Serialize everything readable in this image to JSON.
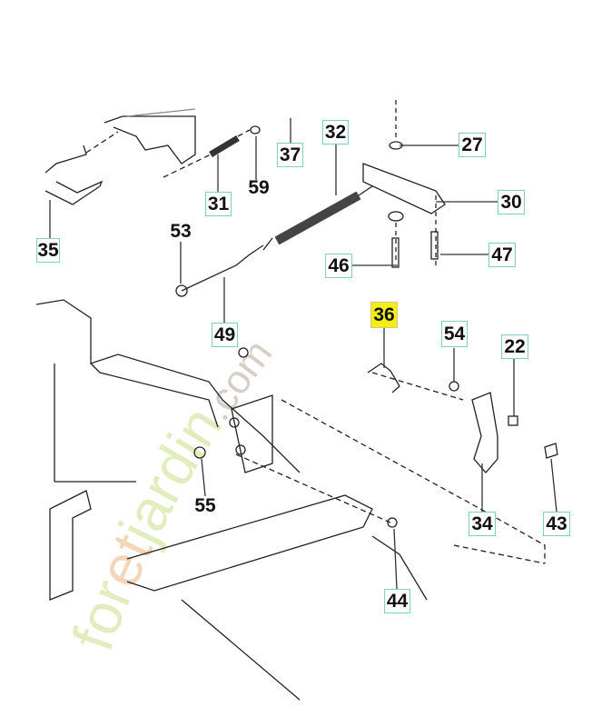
{
  "diagram": {
    "callouts": [
      {
        "id": "35",
        "text": "35",
        "boxed": true
      },
      {
        "id": "37",
        "text": "37",
        "boxed": true
      },
      {
        "id": "32",
        "text": "32",
        "boxed": true
      },
      {
        "id": "27",
        "text": "27",
        "boxed": true
      },
      {
        "id": "31",
        "text": "31",
        "boxed": true
      },
      {
        "id": "59",
        "text": "59",
        "boxed": false
      },
      {
        "id": "30",
        "text": "30",
        "boxed": true
      },
      {
        "id": "53",
        "text": "53",
        "boxed": false
      },
      {
        "id": "47",
        "text": "47",
        "boxed": true
      },
      {
        "id": "46",
        "text": "46",
        "boxed": true
      },
      {
        "id": "36",
        "text": "36",
        "boxed": true,
        "highlighted": true
      },
      {
        "id": "49",
        "text": "49",
        "boxed": true
      },
      {
        "id": "54",
        "text": "54",
        "boxed": true
      },
      {
        "id": "22",
        "text": "22",
        "boxed": true
      },
      {
        "id": "55",
        "text": "55",
        "boxed": false
      },
      {
        "id": "34",
        "text": "34",
        "boxed": true
      },
      {
        "id": "43",
        "text": "43",
        "boxed": true
      },
      {
        "id": "44",
        "text": "44",
        "boxed": true
      }
    ],
    "highlight_color": "#f2ee1a",
    "box_border_color": "#7ccfcf"
  },
  "watermark": {
    "part1": "for",
    "part2": "et",
    "part3": "jardin",
    "part4": ".com"
  }
}
